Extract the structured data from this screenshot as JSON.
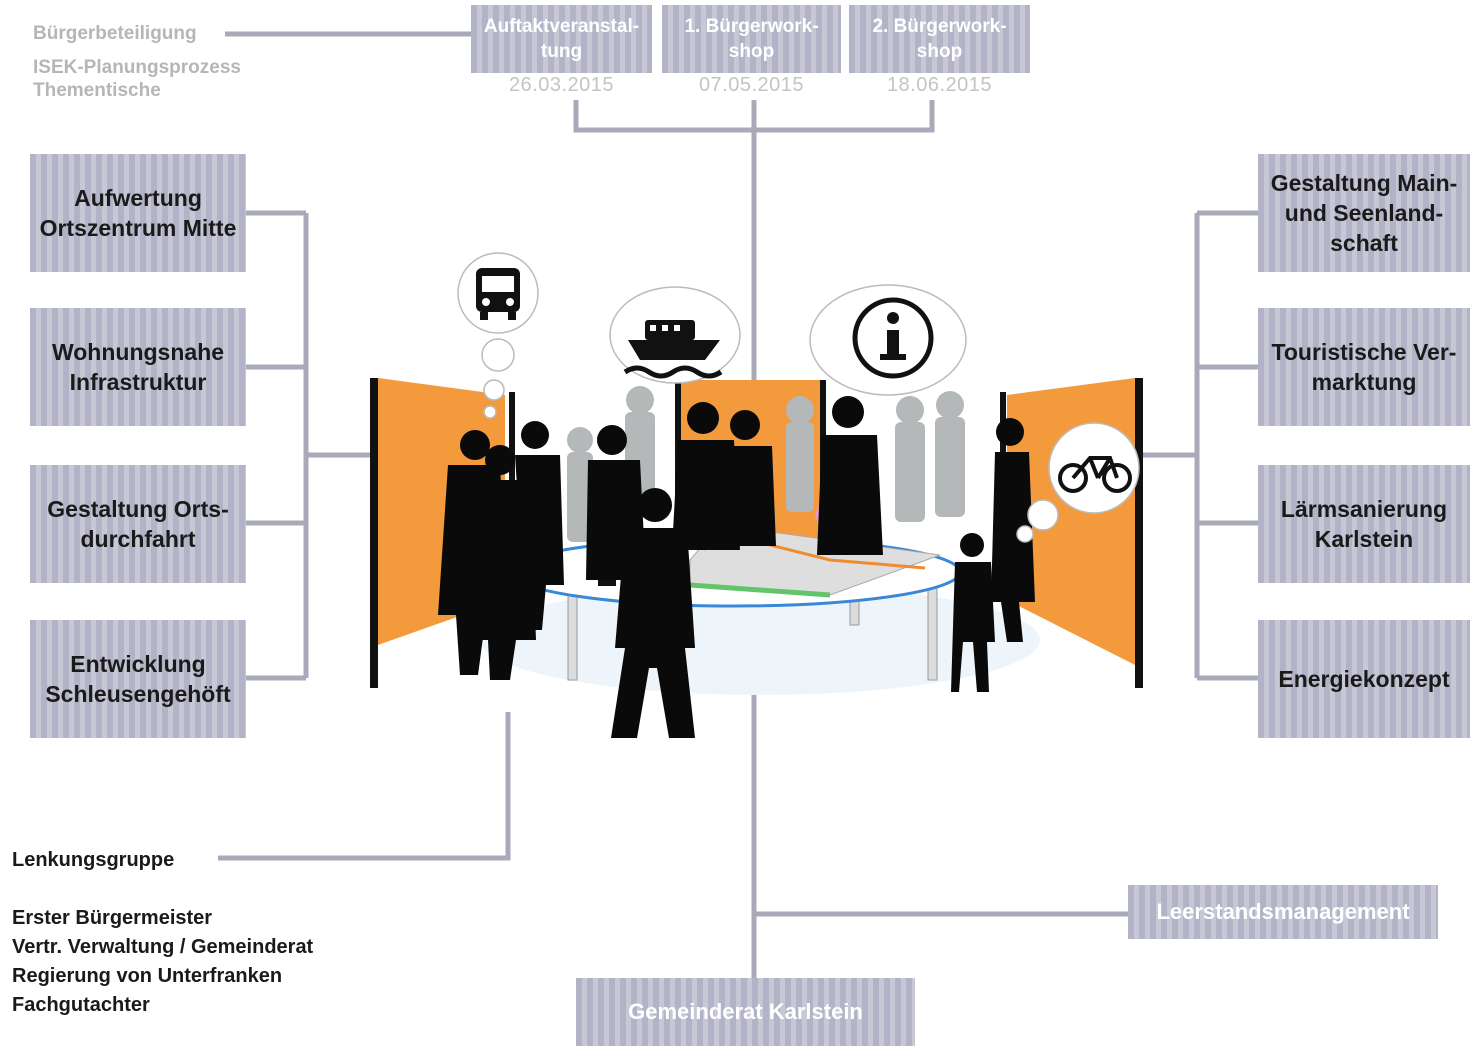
{
  "header": {
    "line1": "Bürgerbeteiligung",
    "line2": "ISEK-Planungsprozess",
    "line3": "Thementische"
  },
  "events": [
    {
      "label": "Auftaktveranstal-\ntung",
      "date": "26.03.2015"
    },
    {
      "label": "1. Bürgerwork-\nshop",
      "date": "07.05.2015"
    },
    {
      "label": "2. Bürgerwork-\nshop",
      "date": "18.06.2015"
    }
  ],
  "left_topics": [
    "Aufwertung\nOrtszentrum Mitte",
    "Wohnungsnahe\nInfrastruktur",
    "Gestaltung Orts-\ndurchfahrt",
    "Entwicklung\nSchleusengehöft"
  ],
  "right_topics": [
    "Gestaltung Main-\nund Seenland-\nschaft",
    "Touristische Ver-\nmarktung",
    "Lärmsanierung\nKarlstein",
    "Energiekonzept"
  ],
  "steering": {
    "title": "Lenkungsgruppe",
    "members": [
      "Erster Bürgermeister",
      "Vertr. Verwaltung / Gemeinderat",
      "Regierung von Unterfranken",
      "Fachgutachter"
    ]
  },
  "vacancy": "Leerstandsmanagement",
  "council": "Gemeinderat Karlstein",
  "colors": {
    "box": "#c0c0d2",
    "connector": "#a9a9b9",
    "panel": "#f39a3d",
    "silhouette": "#000000",
    "background_people": "#b4b8b8",
    "map_route": "#f08c30"
  },
  "icons": [
    "bus-icon",
    "boat-icon",
    "info-icon",
    "bicycle-icon",
    "tower-icon",
    "map-pin-icon"
  ]
}
